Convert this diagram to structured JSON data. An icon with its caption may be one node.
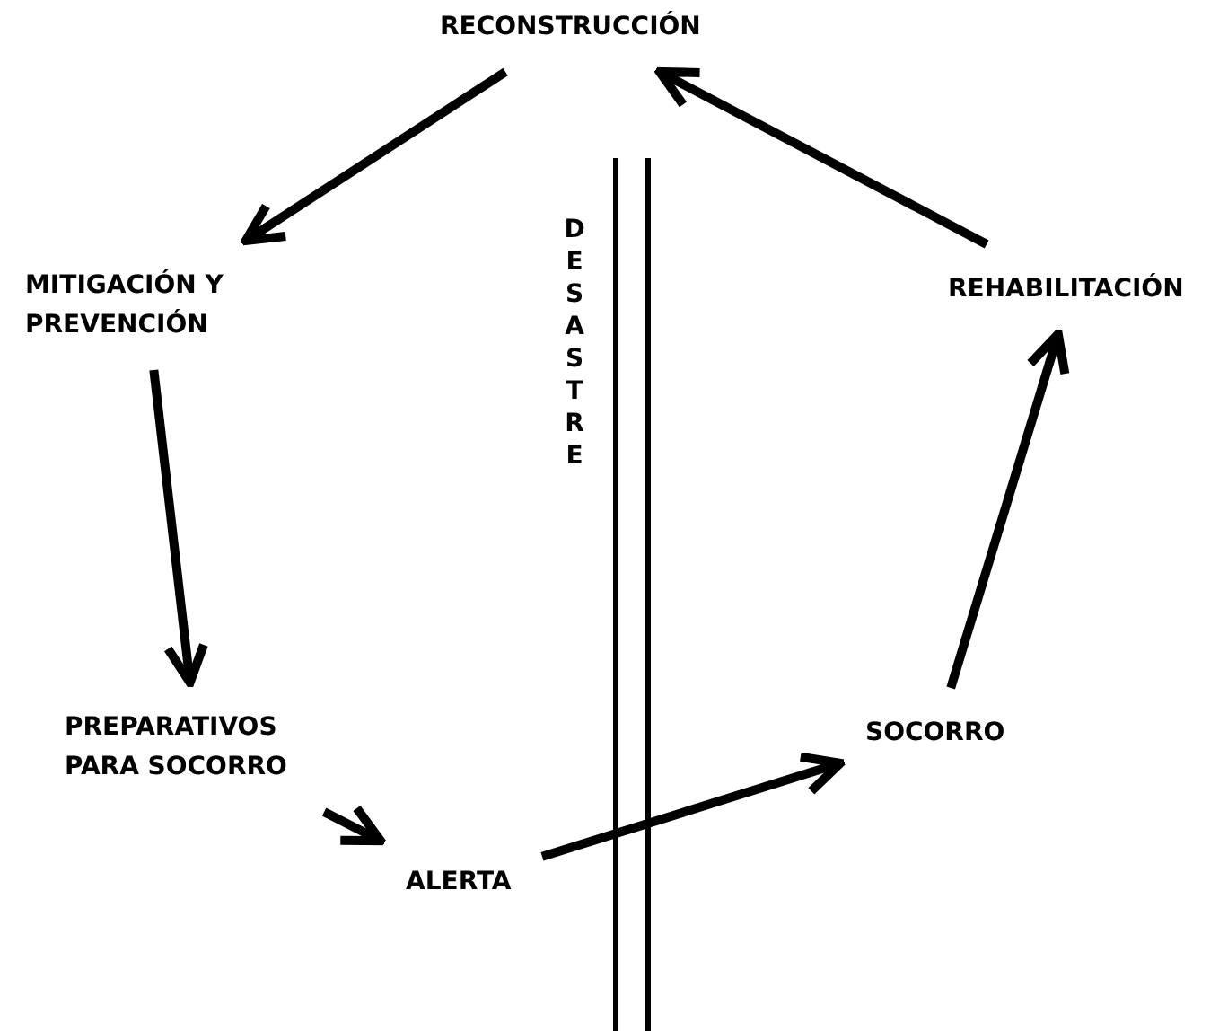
{
  "diagram": {
    "nodes": [
      {
        "text": [
          "RECONSTRUCCIÓN"
        ]
      },
      {
        "text": [
          "MITIGACIÓN Y PREVENCIÓN"
        ]
      },
      {
        "text": [
          "PREPARATIVOS PARA SOCORRO"
        ]
      },
      {
        "text": [
          "ALERTA"
        ]
      },
      {
        "text": [
          "SOCORRO"
        ]
      },
      {
        "text": [
          "REHABILITACIÓN"
        ]
      }
    ],
    "edges": [
      {
        "from": 0,
        "to": 1,
        "arrow": "to"
      },
      {
        "from": 1,
        "to": 2,
        "arrow": "to"
      },
      {
        "from": 2,
        "to": 3,
        "arrow": "to"
      },
      {
        "from": 3,
        "to": 4,
        "arrow": "to"
      },
      {
        "from": 4,
        "to": 5,
        "arrow": "to"
      },
      {
        "from": 5,
        "to": 0,
        "arrow": "to"
      }
    ],
    "labels": [
      "DESASTRE"
    ]
  }
}
